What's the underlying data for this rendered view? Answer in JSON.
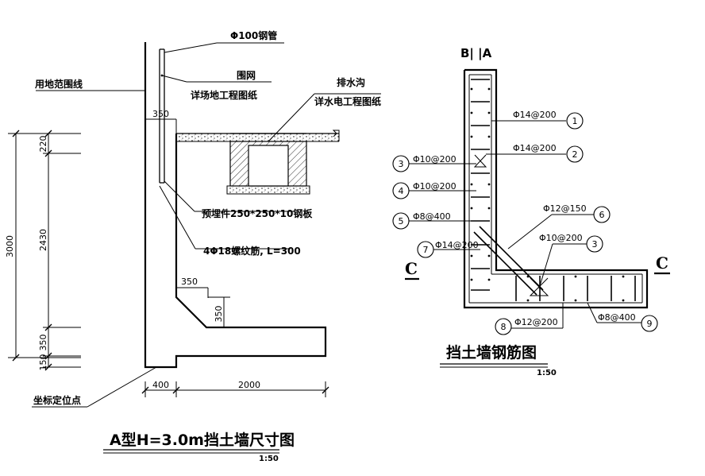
{
  "left_view": {
    "labels": {
      "steel_pipe": "Φ100钢管",
      "site_boundary": "用地范围线",
      "fence": "围网",
      "fence_ref": "详场地工程图纸",
      "drain": "排水沟",
      "drain_ref": "详水电工程图纸",
      "embedded_plate": "预埋件250*250*10钢板",
      "anchor_bars": "4Φ18螺纹筋, L=300",
      "origin_point": "坐标定位点"
    },
    "dims": {
      "total_height": "3000",
      "d220": "220",
      "d2430": "2430",
      "d350_bottom": "350",
      "d150": "150",
      "d350_top": "350",
      "d350_step": "350",
      "d350_vert": "350",
      "d400": "400",
      "d2000": "2000"
    },
    "title": "A型H=3.0m挡土墙尺寸图",
    "scale": "1:50"
  },
  "right_view": {
    "section_top": "B| |A",
    "section_c_left": "C",
    "section_c_right": "C",
    "rebars": [
      {
        "num": "1",
        "spec": "Φ14@200"
      },
      {
        "num": "2",
        "spec": "Φ14@200"
      },
      {
        "num": "3",
        "spec": "Φ10@200"
      },
      {
        "num": "4",
        "spec": "Φ10@200"
      },
      {
        "num": "5",
        "spec": "Φ8@400"
      },
      {
        "num": "6",
        "spec": "Φ12@150"
      },
      {
        "num": "7",
        "spec": "Φ14@200"
      },
      {
        "num": "3",
        "spec": "Φ10@200"
      },
      {
        "num": "8",
        "spec": "Φ12@200"
      },
      {
        "num": "9",
        "spec": "Φ8@400"
      }
    ],
    "title": "挡土墙钢筋图",
    "scale": "1:50"
  }
}
